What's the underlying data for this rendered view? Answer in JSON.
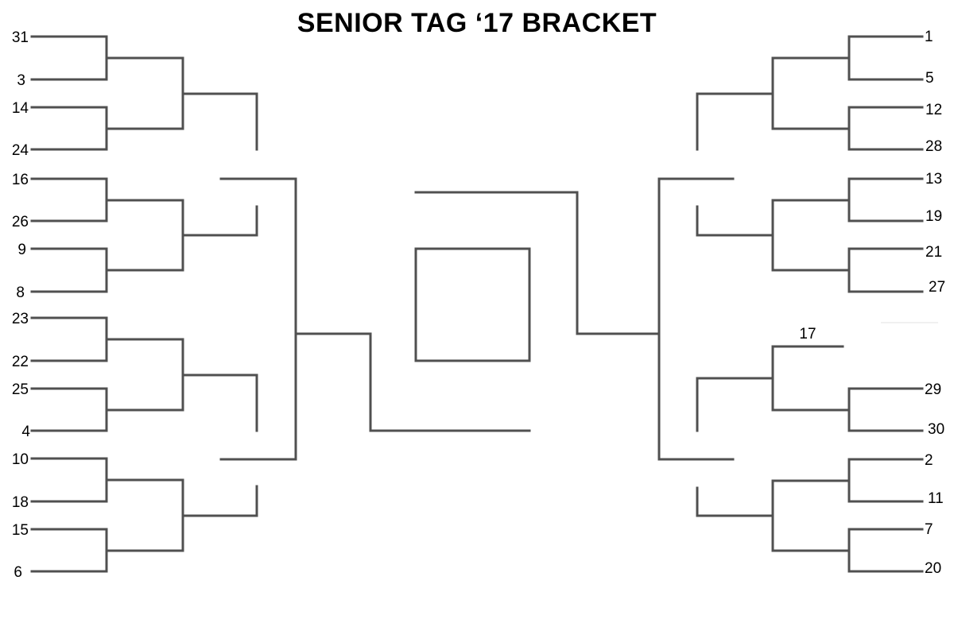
{
  "title": "SENIOR TAG ‘17 BRACKET",
  "seeds": {
    "left": [
      "31",
      "3",
      "14",
      "24",
      "16",
      "26",
      "9",
      "8",
      "23",
      "22",
      "25",
      "4",
      "10",
      "18",
      "15",
      "6"
    ],
    "right": [
      "1",
      "5",
      "12",
      "28",
      "13",
      "19",
      "21",
      "27",
      "29",
      "30",
      "2",
      "11",
      "7",
      "20"
    ],
    "bye": "17"
  },
  "colors": {
    "lines": "#505050",
    "text": "#000000"
  }
}
